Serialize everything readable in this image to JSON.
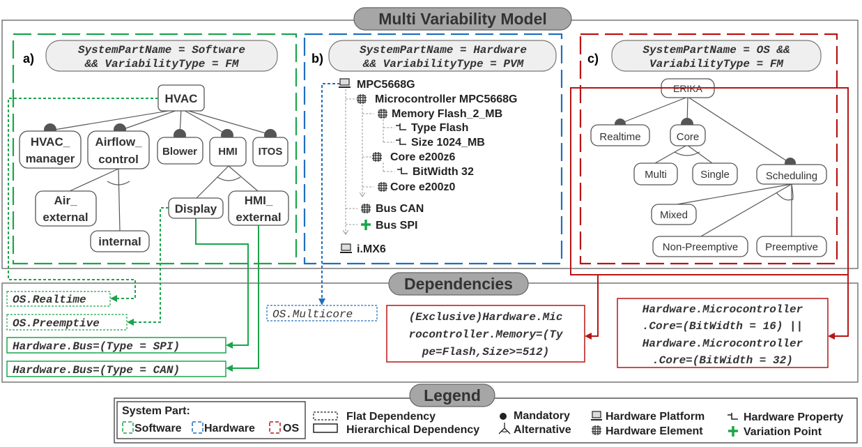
{
  "title": "Multi Variability Model",
  "panels": {
    "a": {
      "letter": "a)",
      "header": [
        "SystemPartName = Software",
        "&& VariabilityType = FM"
      ],
      "nodes": {
        "hvac": "HVAC",
        "hvac_manager": [
          "HVAC_",
          "manager"
        ],
        "airflow_control": [
          "Airflow_",
          "control"
        ],
        "blower": "Blower",
        "hmi": "HMI",
        "itos": "ITOS",
        "air_external": [
          "Air_",
          "external"
        ],
        "internal": "internal",
        "display": "Display",
        "hmi_external": [
          "HMI_",
          "external"
        ]
      }
    },
    "b": {
      "letter": "b)",
      "header": [
        "SystemPartName = Hardware",
        "&& VariabilityType = PVM"
      ],
      "tree": {
        "mpc": "MPC5668G",
        "micro": "Microcontroller MPC5668G",
        "memory": "Memory Flash_2_MB",
        "type_flash": "Type Flash",
        "size": "Size 1024_MB",
        "core1": "Core e200z6",
        "bitwidth": "BitWidth 32",
        "core2": "Core e200z0",
        "bus_can": "Bus CAN",
        "bus_spi": "Bus SPI",
        "imx6": "i.MX6"
      }
    },
    "c": {
      "letter": "c)",
      "header": [
        "SystemPartName = OS &&",
        "VariabilityType = FM"
      ],
      "nodes": {
        "erika": "ERIKA",
        "realtime": "Realtime",
        "core": "Core",
        "multi": "Multi",
        "single": "Single",
        "scheduling": "Scheduling",
        "mixed": "Mixed",
        "non_preemptive": "Non-Preemptive",
        "preemptive": "Preemptive"
      }
    }
  },
  "dependencies": {
    "title": "Dependencies",
    "os_realtime": "OS.Realtime",
    "os_preemptive": "OS.Preemptive",
    "bus_spi": "Hardware.Bus=(Type = SPI)",
    "bus_can": "Hardware.Bus=(Type = CAN)",
    "os_multicore": "OS.Multicore",
    "memory": [
      "(Exclusive)Hardware.Mic",
      "rocontroller.Memory=(Ty",
      "pe=Flash,Size>=512)"
    ],
    "core_bitwidth": [
      "Hardware.Microcontroller",
      ".Core=(BitWidth = 16) ||",
      "Hardware.Microcontroller",
      ".Core=(BitWidth = 32)"
    ]
  },
  "legend": {
    "title": "Legend",
    "system_part": "System Part:",
    "software": "Software",
    "hardware": "Hardware",
    "os": "OS",
    "flat": "Flat Dependency",
    "hierarchical": "Hierarchical Dependency",
    "mandatory": "Mandatory",
    "alternative": "Alternative",
    "hw_platform": "Hardware Platform",
    "hw_element": "Hardware Element",
    "hw_property": "Hardware Property",
    "variation_point": "Variation Point"
  },
  "colors": {
    "software": "#1aa54a",
    "hardware": "#1f6fbf",
    "os": "#b81414",
    "section": "#808080"
  }
}
